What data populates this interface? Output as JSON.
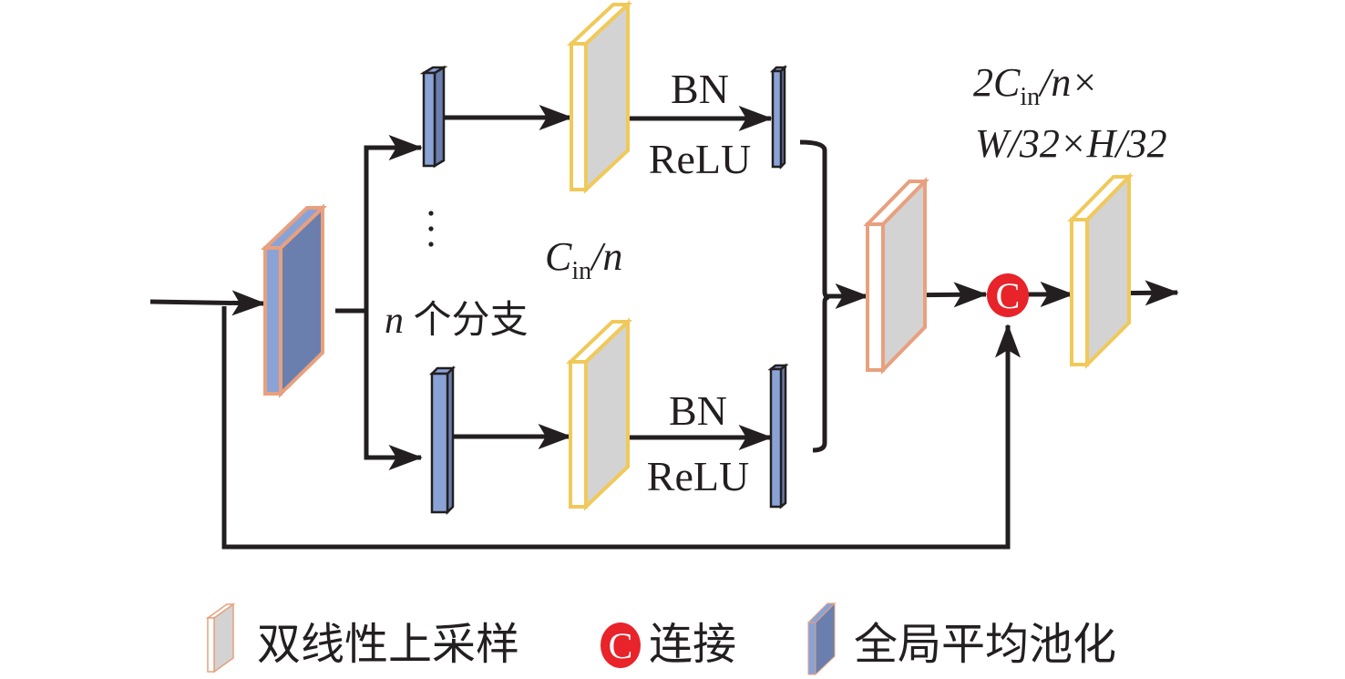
{
  "diagram": {
    "type": "network-architecture",
    "colors": {
      "pool_front": "#8aa3d6",
      "pool_side": "#6a7fad",
      "upsample_face": "#d3d3d3",
      "yellow_border": "#f0c95a",
      "orange_border": "#e8a07e",
      "concat_red": "#e8232a",
      "line": "#231f20"
    },
    "labels": {
      "branch_top_op_line1": "BN",
      "branch_top_op_line2": "ReLU",
      "branch_bottom_op_line1": "BN",
      "branch_bottom_op_line2": "ReLU",
      "ellipsis": "⋮",
      "channel_label_base": "C",
      "channel_label_sub": "in",
      "channel_label_rest": "/n",
      "branches_var": "n",
      "branches_text": " 个分支",
      "output_dim_line1_a": "2C",
      "output_dim_line1_sub": "in",
      "output_dim_line1_b": "/n×",
      "output_dim_line2": "W/32×H/32",
      "concat_symbol": "C"
    },
    "nodes": [
      {
        "id": "input-gap",
        "kind": "global-average-pooling"
      },
      {
        "id": "branch1-gap",
        "kind": "global-average-pooling"
      },
      {
        "id": "branch1-upsample",
        "kind": "bilinear-upsample"
      },
      {
        "id": "branch1-out",
        "kind": "global-average-pooling"
      },
      {
        "id": "branchn-gap",
        "kind": "global-average-pooling"
      },
      {
        "id": "branchn-upsample",
        "kind": "bilinear-upsample"
      },
      {
        "id": "branchn-out",
        "kind": "global-average-pooling"
      },
      {
        "id": "merge-upsample",
        "kind": "bilinear-upsample"
      },
      {
        "id": "concat",
        "kind": "concatenation"
      },
      {
        "id": "final-upsample",
        "kind": "bilinear-upsample"
      }
    ]
  },
  "legend": {
    "items": [
      {
        "icon": "upsample-block-icon",
        "label": "双线性上采样"
      },
      {
        "icon": "concat-circle-icon",
        "label": "连接"
      },
      {
        "icon": "pooling-block-icon",
        "label": "全局平均池化"
      }
    ]
  }
}
